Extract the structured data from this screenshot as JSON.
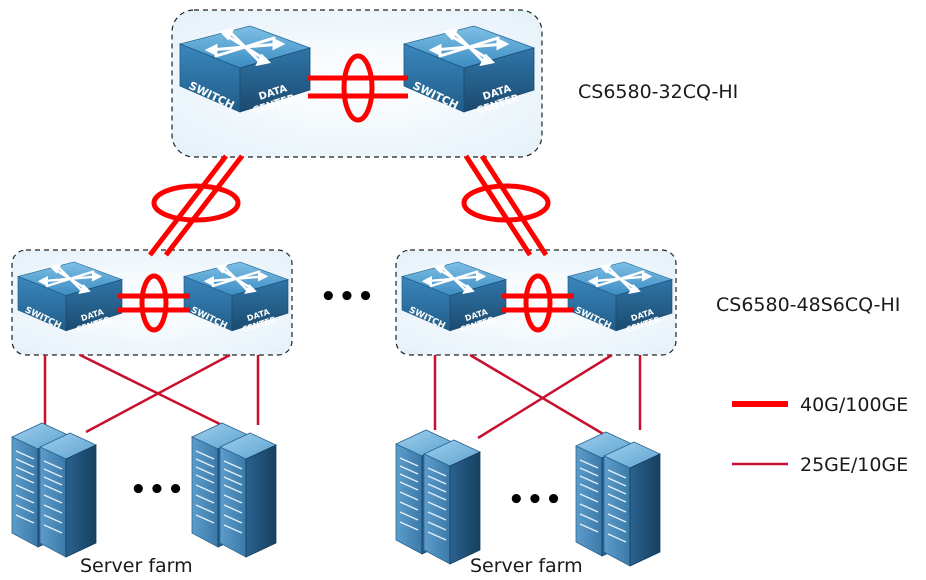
{
  "core": {
    "model_label": "CS6580-32CQ-HI"
  },
  "access": {
    "model_label": "CS6580-48S6CQ-HI"
  },
  "switch_icon": {
    "word_switch": "SWITCH",
    "word_data": "DATA",
    "word_center": "CENTER"
  },
  "farms": [
    {
      "label": "Server farm"
    },
    {
      "label": "Server farm"
    }
  ],
  "ellipsis": "•••",
  "legend": [
    {
      "label": "40G/100GE",
      "style": "thick",
      "color": "#ff0000"
    },
    {
      "label": "25GE/10GE",
      "style": "thin",
      "color": "#cc1111"
    }
  ],
  "colors": {
    "link": "#ff0000",
    "thin_link": "#c8102e",
    "switch_top": "#3f8fc4",
    "switch_front": "#2c6f9f",
    "switch_side": "#245a82",
    "server_front": "#3d7fb0",
    "server_side": "#1f4f73",
    "group_fill": "#eef6fb"
  }
}
